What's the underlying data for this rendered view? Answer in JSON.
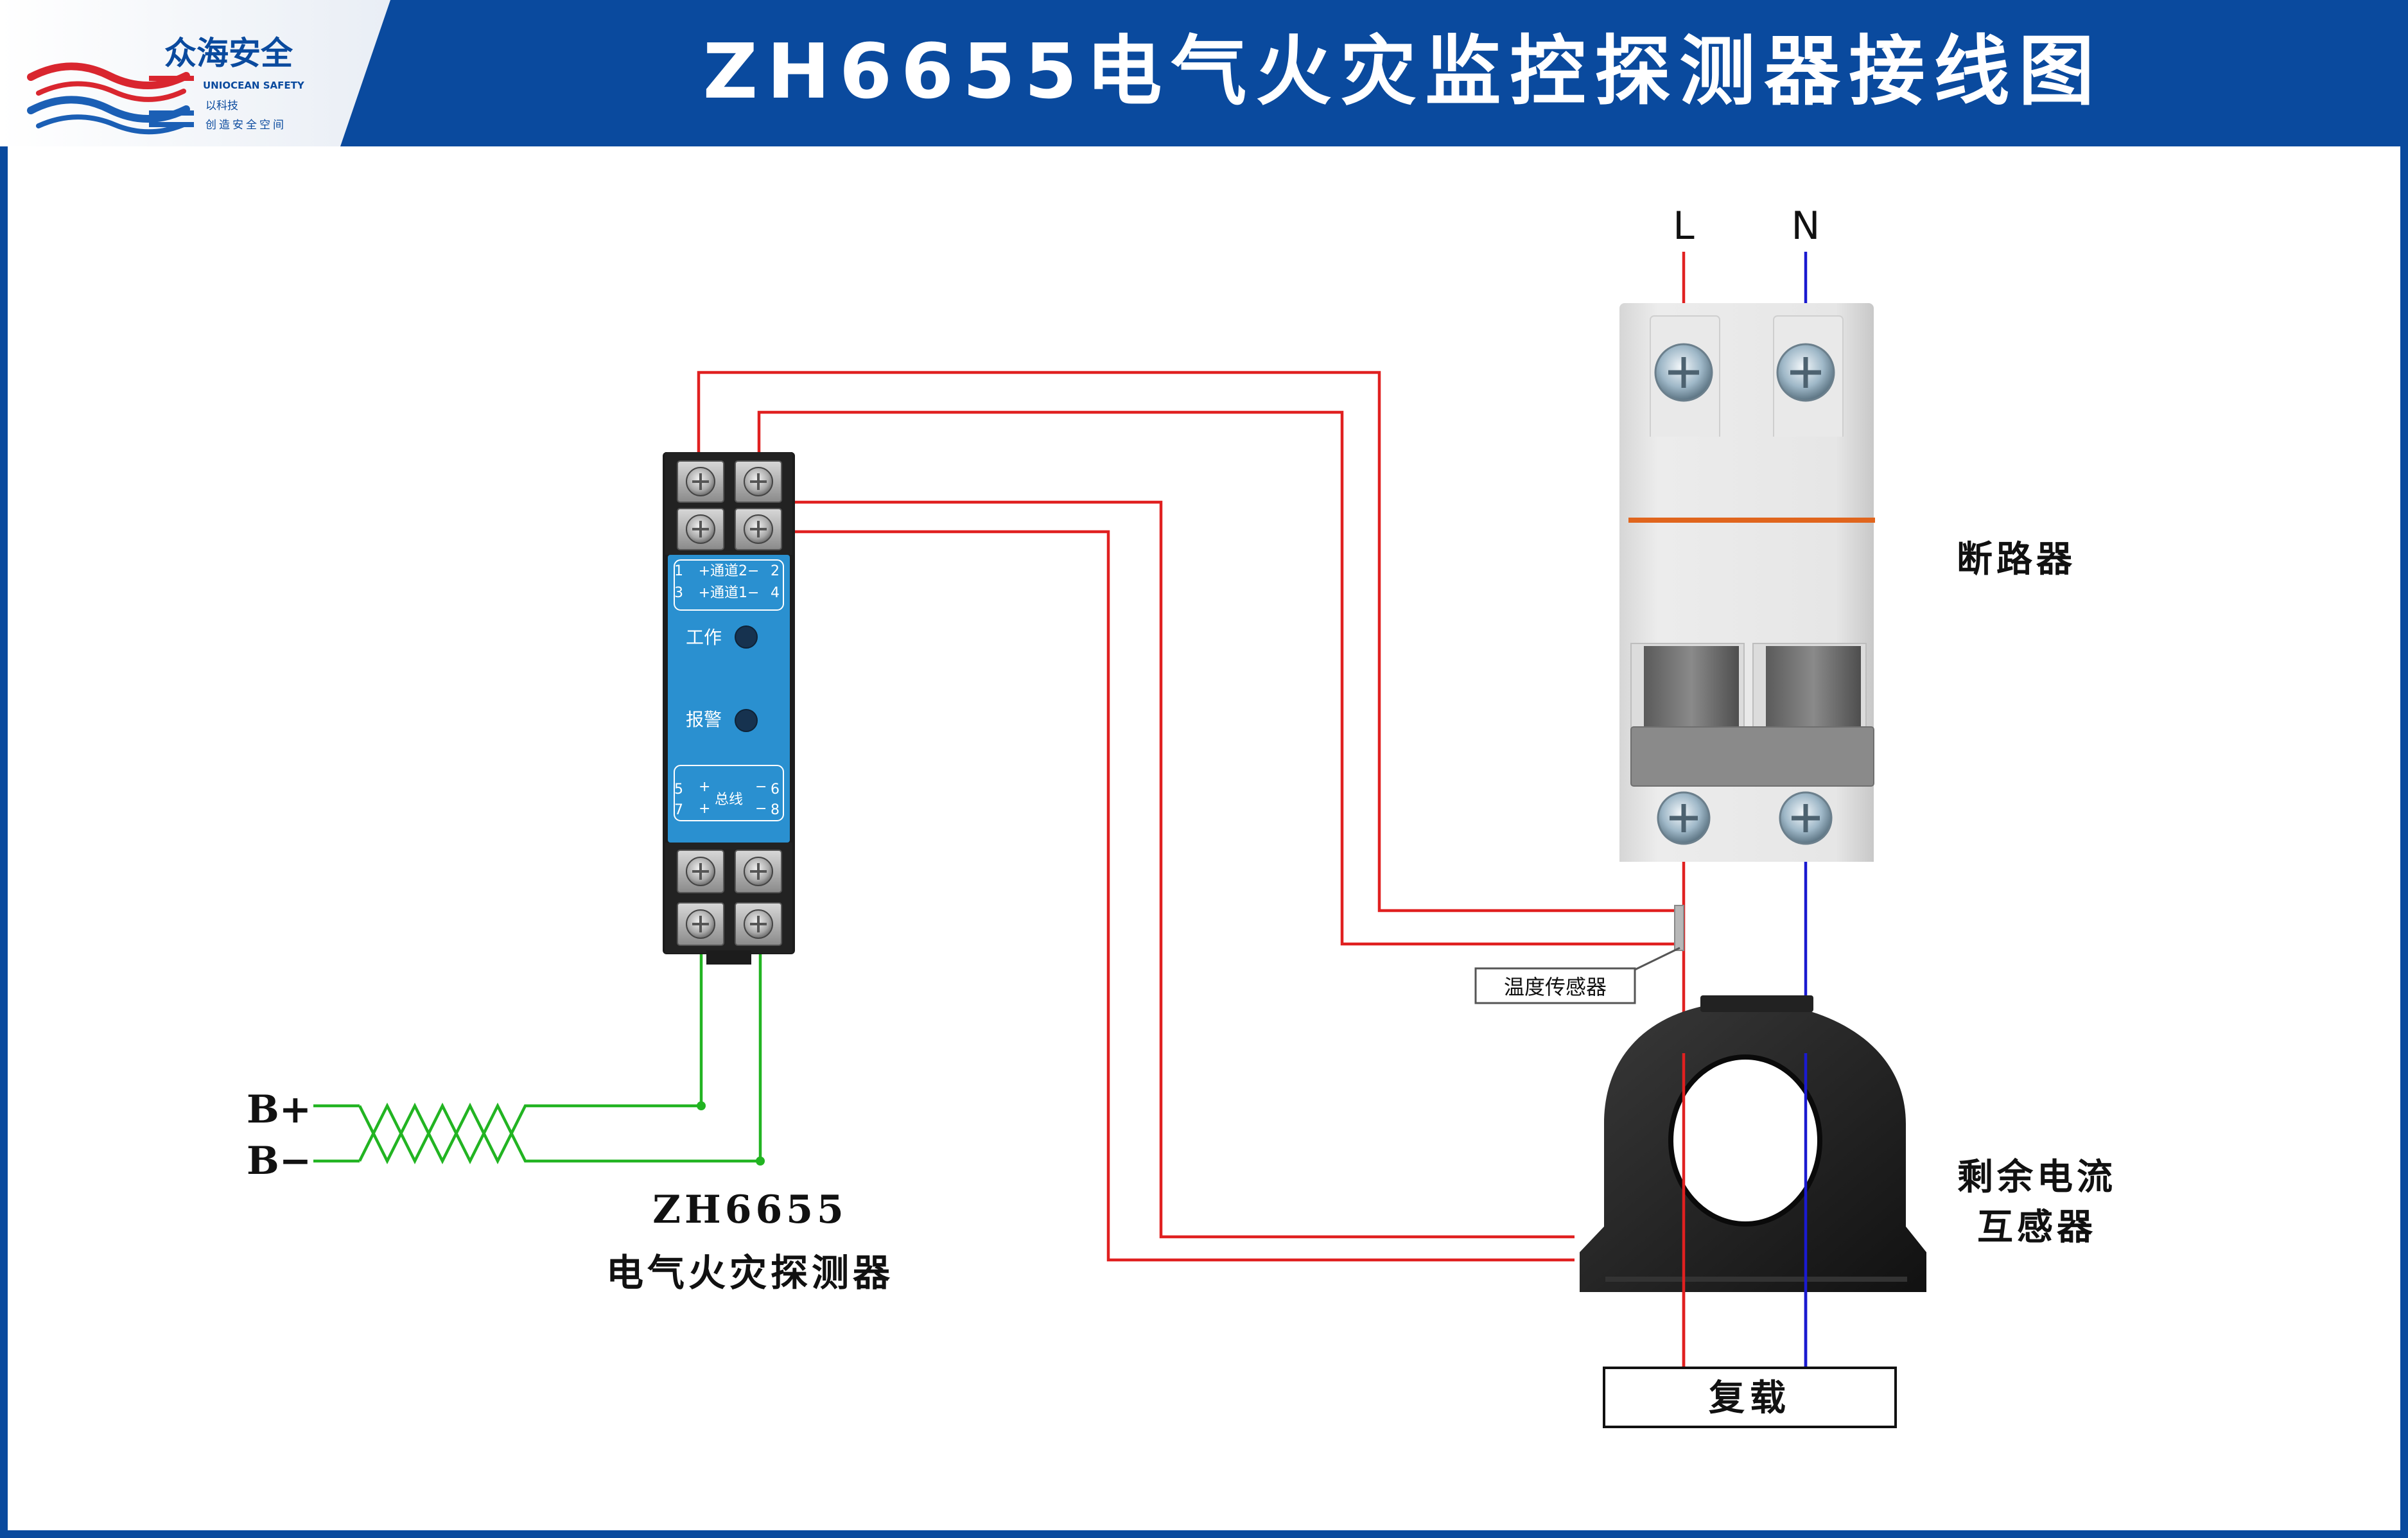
{
  "header": {
    "title": "ZH6655电气火灾监控探测器接线图",
    "logo": {
      "brand": "众海安全",
      "brand_en": "UNIOCEAN SAFETY",
      "slogan_line1": "以科技",
      "slogan_line2": "创造安全空间"
    }
  },
  "colors": {
    "header_blue": "#0a4a9e",
    "frame_blue": "#0a4a9e",
    "wire_red": "#e02020",
    "wire_blue": "#1a1ad0",
    "wire_green": "#22b422",
    "module_blue": "#2a90d0"
  },
  "power": {
    "live_label": "L",
    "neutral_label": "N"
  },
  "breaker": {
    "label": "断路器"
  },
  "detector": {
    "model": "ZH6655",
    "name": "电气火灾探测器",
    "panel": {
      "ch_top_left": "1",
      "ch_top_text": "+通道2−",
      "ch_top_right": "2",
      "ch_bot_left": "3",
      "ch_bot_text": "+通道1−",
      "ch_bot_right": "4",
      "work_label": "工作",
      "alarm_label": "报警",
      "bus_tl": "5",
      "bus_plus_1": "+",
      "bus_text": "总线",
      "bus_minus_1": "−",
      "bus_tr": "6",
      "bus_bl": "7",
      "bus_plus_2": "+",
      "bus_minus_2": "−",
      "bus_br": "8"
    }
  },
  "bus": {
    "plus_label": "B+",
    "minus_label": "B−"
  },
  "temp_sensor": {
    "label": "温度传感器"
  },
  "ct": {
    "label_line1": "剩余电流",
    "label_line2": "互感器"
  },
  "load": {
    "label": "复载"
  }
}
